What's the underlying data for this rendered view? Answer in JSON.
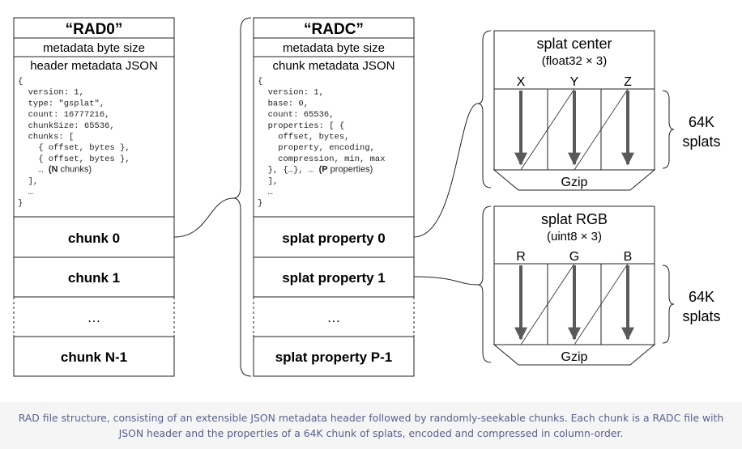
{
  "rad": {
    "title": "“RAD0”",
    "size_label": "metadata byte size",
    "json_label": "header metadata JSON",
    "code_lines": [
      {
        "text": "{"
      },
      {
        "text": "  version: 1,"
      },
      {
        "text": "  type: \"gsplat\","
      },
      {
        "text": "  count: 16777216,"
      },
      {
        "text": "  chunkSize: 65536,"
      },
      {
        "text": "  chunks: ["
      },
      {
        "text": "    { offset, bytes },"
      },
      {
        "text": "    { offset, bytes },"
      },
      {
        "text": "    … ",
        "bold": "(N",
        "rest": " chunks)"
      },
      {
        "text": "  ],"
      },
      {
        "text": "  …"
      },
      {
        "text": "}"
      }
    ],
    "rows": [
      "chunk 0",
      "chunk 1",
      "…",
      "chunk N-1"
    ]
  },
  "radc": {
    "title": "“RADC”",
    "size_label": "metadata byte size",
    "json_label": "chunk metadata JSON",
    "code_lines": [
      {
        "text": "{"
      },
      {
        "text": "  version: 1,"
      },
      {
        "text": "  base: 0,"
      },
      {
        "text": "  count: 65536,"
      },
      {
        "text": "  properties: [ {"
      },
      {
        "text": "    offset, bytes,"
      },
      {
        "text": "    property, encoding,"
      },
      {
        "text": "    compression, min, max"
      },
      {
        "text": "  }, {…}, … ",
        "bold": "(P",
        "rest": " properties)"
      },
      {
        "text": "  ],"
      },
      {
        "text": "  …"
      },
      {
        "text": "}"
      }
    ],
    "rows": [
      "splat property 0",
      "splat property 1",
      "…",
      "splat property P-1"
    ]
  },
  "blocks": [
    {
      "title": "splat center",
      "subtitle": "(float32 × 3)",
      "columns": [
        "X",
        "Y",
        "Z"
      ],
      "footer": "Gzip",
      "side_label_1": "64K",
      "side_label_2": "splats"
    },
    {
      "title": "splat RGB",
      "subtitle": "(uint8 × 3)",
      "columns": [
        "R",
        "G",
        "B"
      ],
      "footer": "Gzip",
      "side_label_1": "64K",
      "side_label_2": "splats"
    }
  ],
  "caption": "RAD file structure, consisting of an extensible JSON metadata header followed by randomly-seekable chunks. Each chunk is a RADC file with JSON header and the properties of a 64K chunk of splats, encoded and compressed in column-order.",
  "colors": {
    "line": "#222222",
    "arrow": "#5a5a5a",
    "caption_text": "#5b5f8c",
    "caption_bg": "#f5f5f6"
  }
}
